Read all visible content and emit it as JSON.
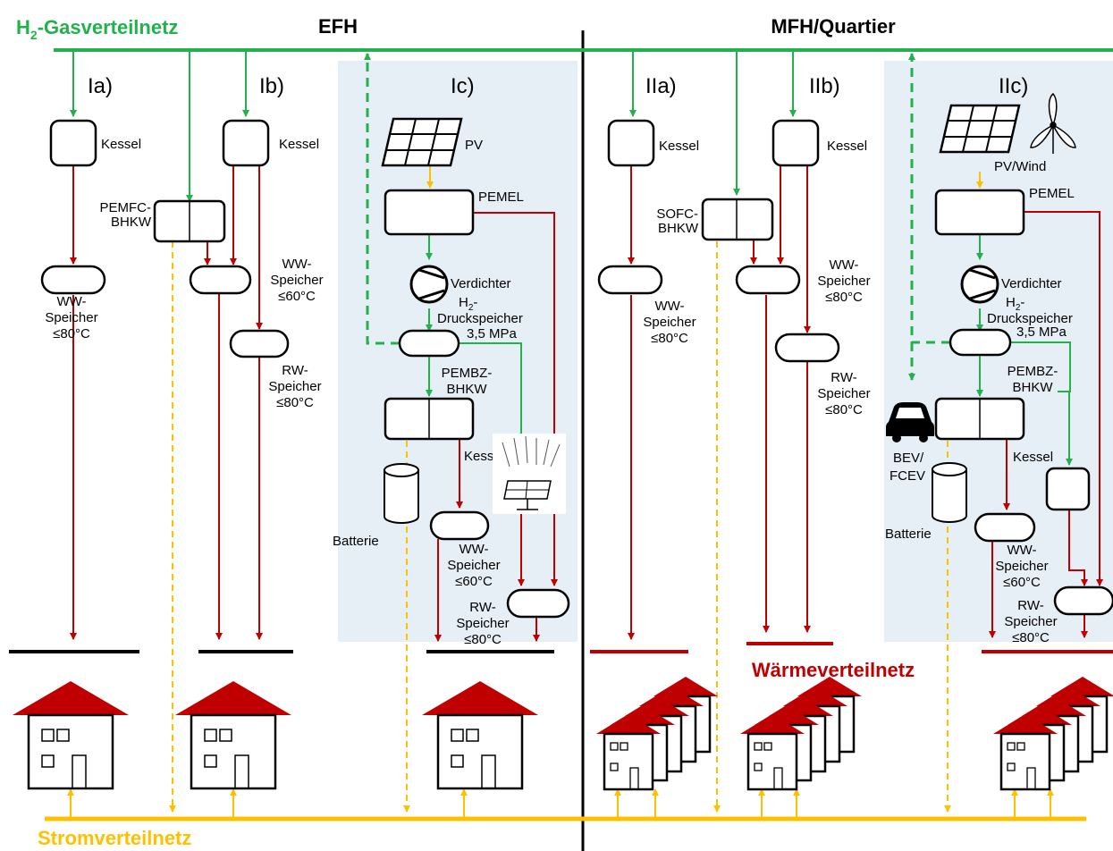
{
  "colors": {
    "gas": "#22b14c",
    "power": "#ffc000",
    "heat": "#c00000",
    "panel": "#e6eef6",
    "text": "#000000"
  },
  "header": {
    "gas_prefix": "H",
    "gas_sub": "2",
    "gas_suffix": "-Gasverteilnetz",
    "efh": "EFH",
    "mfh": "MFH/Quartier"
  },
  "footer": {
    "power": "Stromverteilnetz",
    "heat": "Wärmeverteilnetz"
  },
  "variants": {
    "ia": "Ia)",
    "ib": "Ib)",
    "ic": "Ic)",
    "iia": "IIa)",
    "iib": "IIb)",
    "iic": "IIc)"
  },
  "labels": {
    "kessel": "Kessel",
    "pemfc_1": "PEMFC-",
    "pemfc_2": "BHKW",
    "sofc_1": "SOFC-",
    "sofc_2": "BHKW",
    "ww_1": "WW-",
    "speicher": "Speicher",
    "le80": "≤80°C",
    "le60": "≤60°C",
    "rw_1": "RW-",
    "pv": "PV",
    "pvwind": "PV/Wind",
    "pemel": "PEMEL",
    "verdichter": "Verdichter",
    "h2_1": "H",
    "h2_sub": "2",
    "h2_dash": "-",
    "druck": "Druckspeicher",
    "mpa": "3,5 MPa",
    "pembz_1": "PEMBZ-",
    "pembz_2": "BHKW",
    "batterie": "Batterie",
    "bev_1": "BEV/",
    "bev_2": "FCEV"
  },
  "icons": [
    "solar-panel-icon",
    "wind-turbine-icon",
    "compressor-icon",
    "battery-icon",
    "car-icon",
    "solar-thermal-icon",
    "house-icon",
    "house-cluster-icon"
  ]
}
